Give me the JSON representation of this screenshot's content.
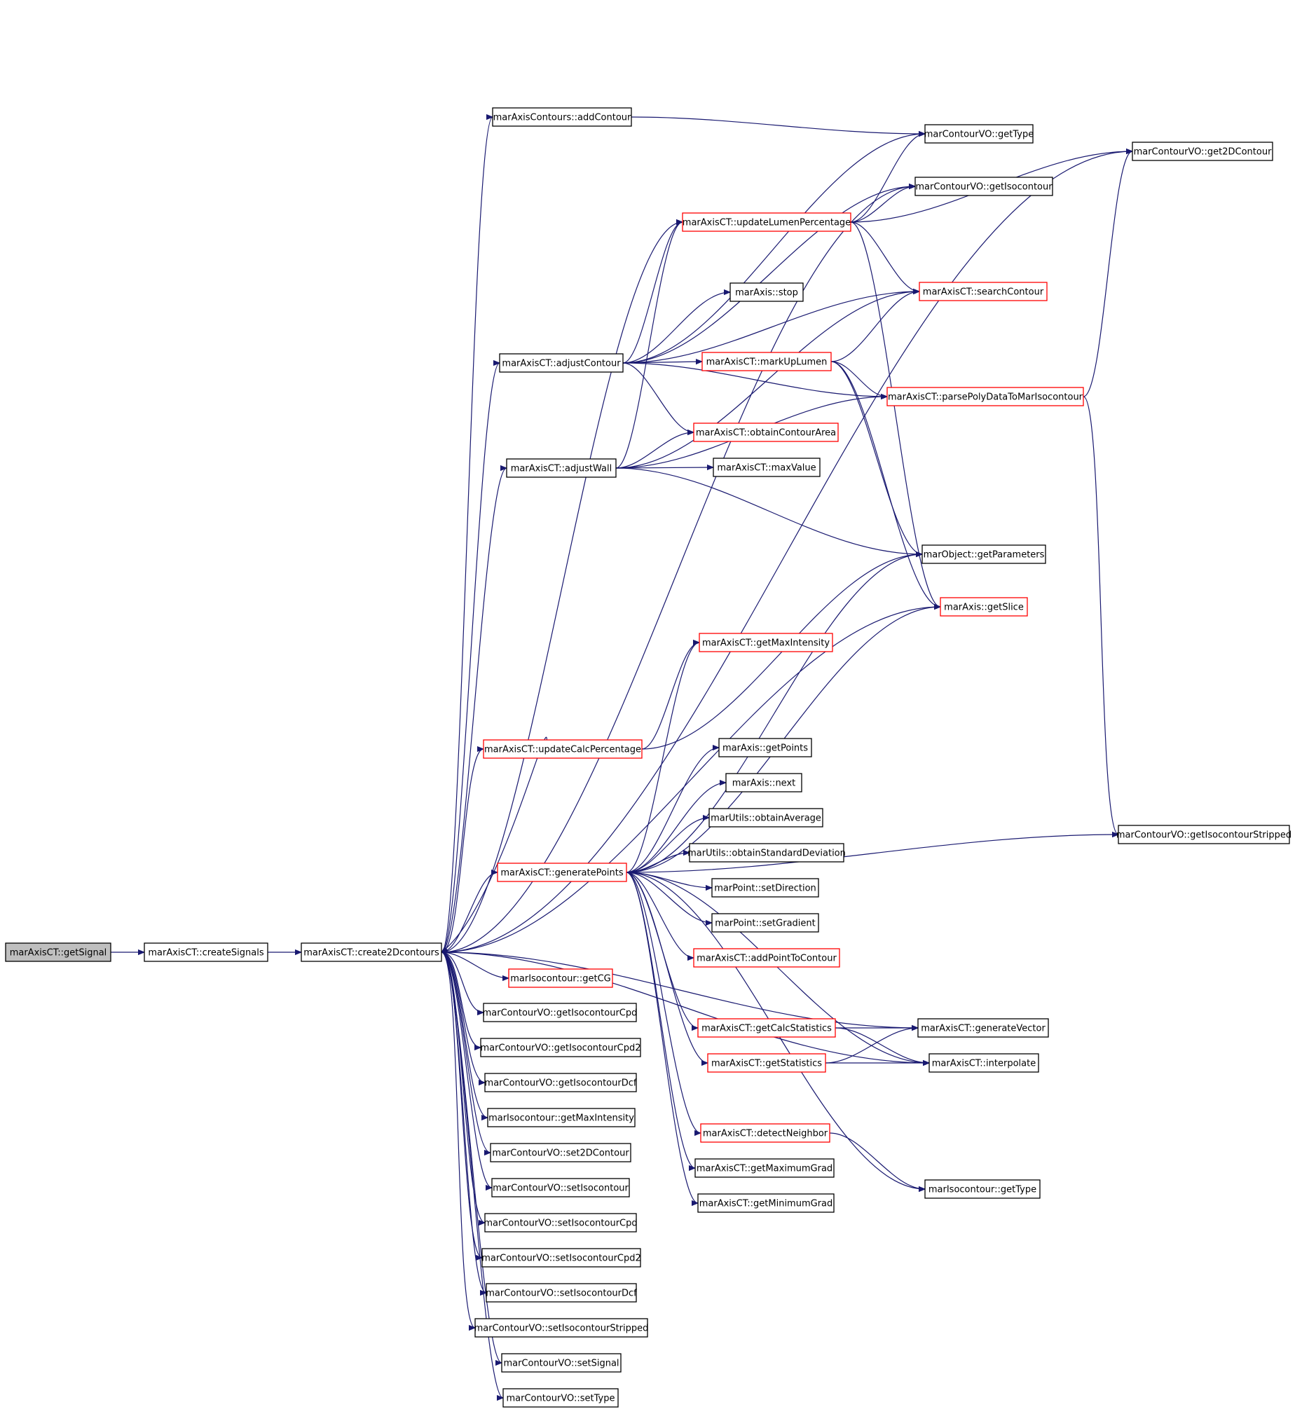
{
  "graph": {
    "nodes": [
      {
        "id": "getSignal",
        "label": "marAxisCT::getSignal",
        "style": "root"
      },
      {
        "id": "createSignals",
        "label": "marAxisCT::createSignals",
        "style": "black"
      },
      {
        "id": "create2Dcontours",
        "label": "marAxisCT::create2Dcontours",
        "style": "black"
      },
      {
        "id": "addContour",
        "label": "marAxisContours::addContour",
        "style": "black"
      },
      {
        "id": "adjustContour",
        "label": "marAxisCT::adjustContour",
        "style": "black"
      },
      {
        "id": "adjustWall",
        "label": "marAxisCT::adjustWall",
        "style": "black"
      },
      {
        "id": "updateCalcPercentage",
        "label": "marAxisCT::updateCalcPercentage",
        "style": "red"
      },
      {
        "id": "generatePoints",
        "label": "marAxisCT::generatePoints",
        "style": "red"
      },
      {
        "id": "isoGetCG",
        "label": "marIsocontour::getCG",
        "style": "red"
      },
      {
        "id": "getIsocontourCpd",
        "label": "marContourVO::getIsocontourCpd",
        "style": "black"
      },
      {
        "id": "getIsocontourCpd2",
        "label": "marContourVO::getIsocontourCpd2",
        "style": "black"
      },
      {
        "id": "getIsocontourDcf",
        "label": "marContourVO::getIsocontourDcf",
        "style": "black"
      },
      {
        "id": "isoGetMaxIntensity",
        "label": "marIsocontour::getMaxIntensity",
        "style": "black"
      },
      {
        "id": "set2DContour",
        "label": "marContourVO::set2DContour",
        "style": "black"
      },
      {
        "id": "setIsocontour",
        "label": "marContourVO::setIsocontour",
        "style": "black"
      },
      {
        "id": "setIsocontourCpd",
        "label": "marContourVO::setIsocontourCpd",
        "style": "black"
      },
      {
        "id": "setIsocontourCpd2",
        "label": "marContourVO::setIsocontourCpd2",
        "style": "black"
      },
      {
        "id": "setIsocontourDcf",
        "label": "marContourVO::setIsocontourDcf",
        "style": "black"
      },
      {
        "id": "setIsocontourStripped",
        "label": "marContourVO::setIsocontourStripped",
        "style": "black"
      },
      {
        "id": "setSignal",
        "label": "marContourVO::setSignal",
        "style": "black"
      },
      {
        "id": "setType",
        "label": "marContourVO::setType",
        "style": "black"
      },
      {
        "id": "updateLumenPercentage",
        "label": "marAxisCT::updateLumenPercentage",
        "style": "red"
      },
      {
        "id": "axisStop",
        "label": "marAxis::stop",
        "style": "black"
      },
      {
        "id": "markUpLumen",
        "label": "marAxisCT::markUpLumen",
        "style": "red"
      },
      {
        "id": "obtainContourArea",
        "label": "marAxisCT::obtainContourArea",
        "style": "red"
      },
      {
        "id": "maxValue",
        "label": "marAxisCT::maxValue",
        "style": "black"
      },
      {
        "id": "getMaxIntensity",
        "label": "marAxisCT::getMaxIntensity",
        "style": "red"
      },
      {
        "id": "axisGetPoints",
        "label": "marAxis::getPoints",
        "style": "black"
      },
      {
        "id": "axisNext",
        "label": "marAxis::next",
        "style": "black"
      },
      {
        "id": "obtainAverage",
        "label": "marUtils::obtainAverage",
        "style": "black"
      },
      {
        "id": "obtainStdDev",
        "label": "marUtils::obtainStandardDeviation",
        "style": "black"
      },
      {
        "id": "setDirection",
        "label": "marPoint::setDirection",
        "style": "black"
      },
      {
        "id": "setGradient",
        "label": "marPoint::setGradient",
        "style": "black"
      },
      {
        "id": "addPointToContour",
        "label": "marAxisCT::addPointToContour",
        "style": "red"
      },
      {
        "id": "getCalcStatistics",
        "label": "marAxisCT::getCalcStatistics",
        "style": "red"
      },
      {
        "id": "getStatistics",
        "label": "marAxisCT::getStatistics",
        "style": "red"
      },
      {
        "id": "detectNeighbor",
        "label": "marAxisCT::detectNeighbor",
        "style": "red"
      },
      {
        "id": "getMaximumGrad",
        "label": "marAxisCT::getMaximumGrad",
        "style": "black"
      },
      {
        "id": "getMinimumGrad",
        "label": "marAxisCT::getMinimumGrad",
        "style": "black"
      },
      {
        "id": "cvoGetType",
        "label": "marContourVO::getType",
        "style": "black"
      },
      {
        "id": "getIsocontour",
        "label": "marContourVO::getIsocontour",
        "style": "black"
      },
      {
        "id": "searchContour",
        "label": "marAxisCT::searchContour",
        "style": "red"
      },
      {
        "id": "parsePolyData",
        "label": "marAxisCT::parsePolyDataToMarIsocontour",
        "style": "red"
      },
      {
        "id": "getParameters",
        "label": "marObject::getParameters",
        "style": "black"
      },
      {
        "id": "getSlice",
        "label": "marAxis::getSlice",
        "style": "red"
      },
      {
        "id": "generateVector",
        "label": "marAxisCT::generateVector",
        "style": "black"
      },
      {
        "id": "interpolate",
        "label": "marAxisCT::interpolate",
        "style": "black"
      },
      {
        "id": "isoGetType",
        "label": "marIsocontour::getType",
        "style": "black"
      },
      {
        "id": "get2DContour",
        "label": "marContourVO::get2DContour",
        "style": "black"
      },
      {
        "id": "getIsocontourStripped",
        "label": "marContourVO::getIsocontourStripped",
        "style": "black"
      }
    ],
    "edges": [
      [
        "getSignal",
        "createSignals"
      ],
      [
        "createSignals",
        "create2Dcontours"
      ],
      [
        "create2Dcontours",
        "addContour"
      ],
      [
        "create2Dcontours",
        "adjustContour"
      ],
      [
        "create2Dcontours",
        "adjustWall"
      ],
      [
        "create2Dcontours",
        "updateCalcPercentage"
      ],
      [
        "create2Dcontours",
        "generatePoints"
      ],
      [
        "create2Dcontours",
        "isoGetCG"
      ],
      [
        "create2Dcontours",
        "getIsocontourCpd"
      ],
      [
        "create2Dcontours",
        "getIsocontourCpd2"
      ],
      [
        "create2Dcontours",
        "getIsocontourDcf"
      ],
      [
        "create2Dcontours",
        "isoGetMaxIntensity"
      ],
      [
        "create2Dcontours",
        "set2DContour"
      ],
      [
        "create2Dcontours",
        "setIsocontour"
      ],
      [
        "create2Dcontours",
        "setIsocontourCpd"
      ],
      [
        "create2Dcontours",
        "setIsocontourCpd2"
      ],
      [
        "create2Dcontours",
        "setIsocontourDcf"
      ],
      [
        "create2Dcontours",
        "setIsocontourStripped"
      ],
      [
        "create2Dcontours",
        "setSignal"
      ],
      [
        "create2Dcontours",
        "setType"
      ],
      [
        "create2Dcontours",
        "get2DContour"
      ],
      [
        "create2Dcontours",
        "getIsocontour"
      ],
      [
        "create2Dcontours",
        "updateLumenPercentage"
      ],
      [
        "create2Dcontours",
        "getSlice"
      ],
      [
        "create2Dcontours",
        "generateVector"
      ],
      [
        "create2Dcontours",
        "interpolate"
      ],
      [
        "addContour",
        "cvoGetType"
      ],
      [
        "adjustContour",
        "updateLumenPercentage"
      ],
      [
        "adjustContour",
        "getIsocontour"
      ],
      [
        "adjustContour",
        "axisStop"
      ],
      [
        "adjustContour",
        "searchContour"
      ],
      [
        "adjustContour",
        "markUpLumen"
      ],
      [
        "adjustContour",
        "parsePolyData"
      ],
      [
        "adjustContour",
        "obtainContourArea"
      ],
      [
        "adjustContour",
        "cvoGetType"
      ],
      [
        "adjustWall",
        "obtainContourArea"
      ],
      [
        "adjustWall",
        "maxValue"
      ],
      [
        "adjustWall",
        "searchContour"
      ],
      [
        "adjustWall",
        "parsePolyData"
      ],
      [
        "adjustWall",
        "getParameters"
      ],
      [
        "adjustWall",
        "updateLumenPercentage"
      ],
      [
        "updateCalcPercentage",
        "getMaxIntensity"
      ],
      [
        "updateCalcPercentage",
        "getParameters"
      ],
      [
        "updateCalcPercentage",
        "create2Dcontours"
      ],
      [
        "generatePoints",
        "axisGetPoints"
      ],
      [
        "generatePoints",
        "axisNext"
      ],
      [
        "generatePoints",
        "obtainAverage"
      ],
      [
        "generatePoints",
        "obtainStdDev"
      ],
      [
        "generatePoints",
        "setDirection"
      ],
      [
        "generatePoints",
        "setGradient"
      ],
      [
        "generatePoints",
        "addPointToContour"
      ],
      [
        "generatePoints",
        "getCalcStatistics"
      ],
      [
        "generatePoints",
        "getStatistics"
      ],
      [
        "generatePoints",
        "detectNeighbor"
      ],
      [
        "generatePoints",
        "getMaximumGrad"
      ],
      [
        "generatePoints",
        "getMinimumGrad"
      ],
      [
        "generatePoints",
        "getMaxIntensity"
      ],
      [
        "generatePoints",
        "getSlice"
      ],
      [
        "generatePoints",
        "getParameters"
      ],
      [
        "generatePoints",
        "interpolate"
      ],
      [
        "generatePoints",
        "isoGetType"
      ],
      [
        "generatePoints",
        "getIsocontourStripped"
      ],
      [
        "updateLumenPercentage",
        "getIsocontour"
      ],
      [
        "updateLumenPercentage",
        "cvoGetType"
      ],
      [
        "updateLumenPercentage",
        "get2DContour"
      ],
      [
        "updateLumenPercentage",
        "searchContour"
      ],
      [
        "updateLumenPercentage",
        "getSlice"
      ],
      [
        "markUpLumen",
        "searchContour"
      ],
      [
        "markUpLumen",
        "parsePolyData"
      ],
      [
        "markUpLumen",
        "getParameters"
      ],
      [
        "markUpLumen",
        "getSlice"
      ],
      [
        "parsePolyData",
        "get2DContour"
      ],
      [
        "parsePolyData",
        "getIsocontourStripped"
      ],
      [
        "getCalcStatistics",
        "generateVector"
      ],
      [
        "getCalcStatistics",
        "interpolate"
      ],
      [
        "getStatistics",
        "generateVector"
      ],
      [
        "getStatistics",
        "interpolate"
      ],
      [
        "detectNeighbor",
        "isoGetType"
      ]
    ]
  }
}
